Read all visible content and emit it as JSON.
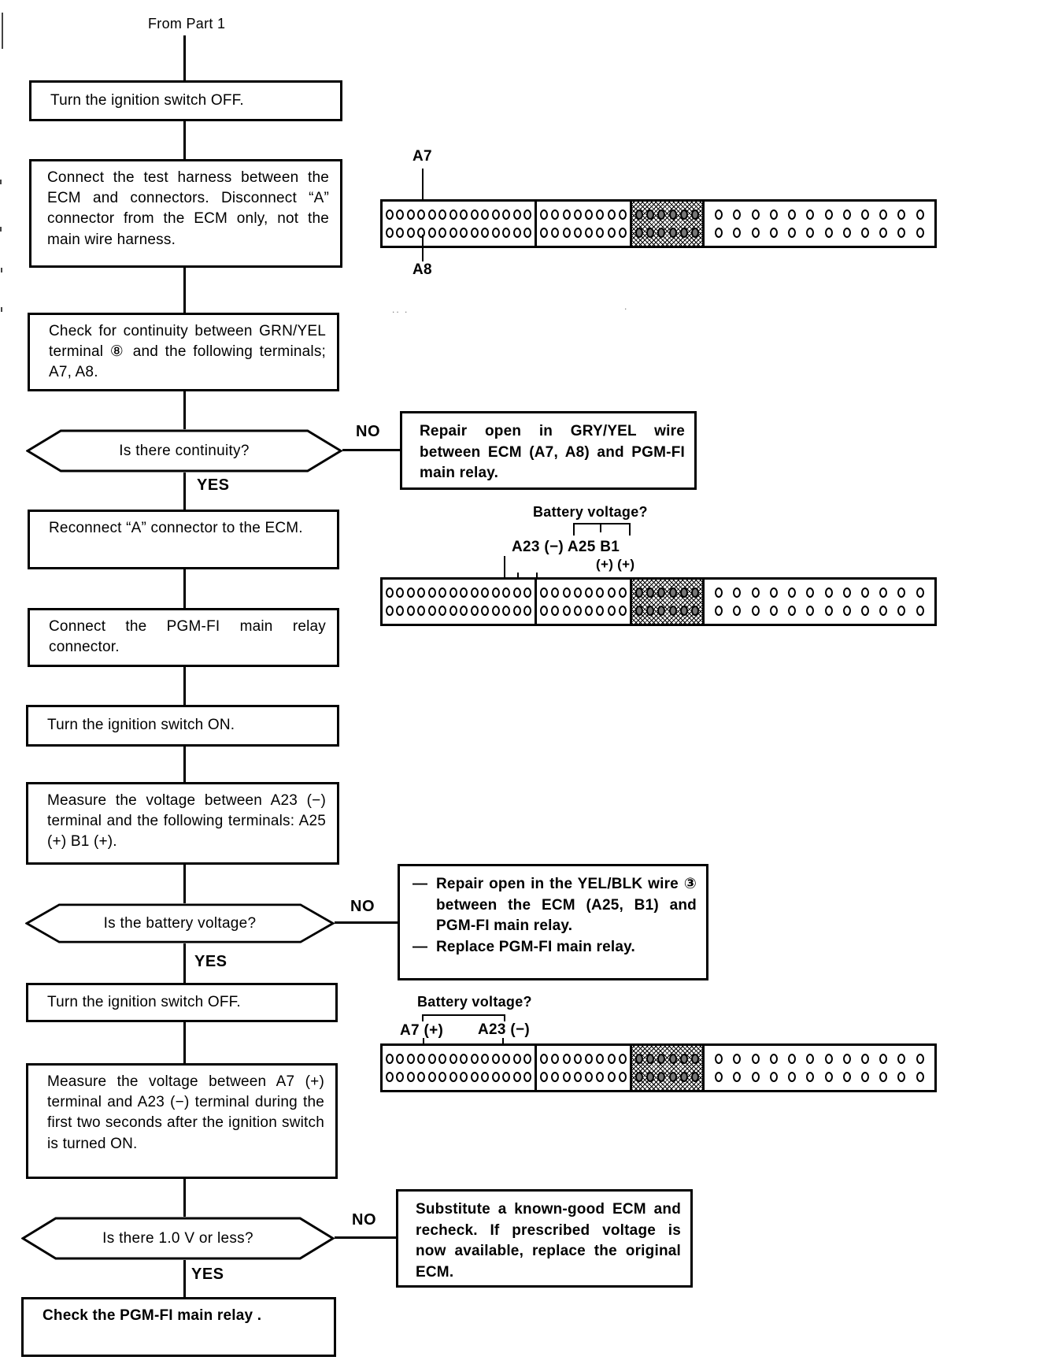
{
  "labels": {
    "from": "From Part 1",
    "yes": "YES",
    "no": "NO",
    "dash": "—"
  },
  "process_boxes": {
    "turn_off_1": "Turn the ignition switch OFF.",
    "connect_harness": "Connect the test harness between the ECM and connectors. Disconnect “A” connector from the ECM only, not the main wire harness.",
    "check_continuity": "Check for continuity between GRN/YEL terminal ⑧ and the following terminals; A7, A8.",
    "reconnect_a": "Reconnect “A” connector to the ECM.",
    "connect_relay": "Connect the PGM-FI main relay connector.",
    "turn_on": "Turn the ignition switch ON.",
    "measure_a23": "Measure the voltage between A23 (−) terminal and the following terminals: A25 (+) B1 (+).",
    "turn_off_2": "Turn the ignition switch OFF.",
    "measure_a7": "Measure the voltage between A7 (+) terminal and A23 (−) terminal during the first two seconds after the ignition switch is turned ON.",
    "check_relay": "Check the PGM-FI main relay ."
  },
  "decisions": {
    "continuity": "Is there continuity?",
    "battery": "Is the battery voltage?",
    "one_volt": "Is there 1.0 V or less?"
  },
  "repair_boxes": {
    "gry_yel": "Repair open in GRY/YEL wire between ECM (A7, A8) and PGM-FI main relay.",
    "yel_blk": {
      "item1": "Repair open in the YEL/BLK wire ③ between the ECM (A25, B1) and PGM-FI main relay.",
      "item2": "Replace PGM-FI main relay."
    },
    "substitute_ecm": "Substitute a known-good ECM and recheck. If prescribed voltage is now available, replace the original ECM."
  },
  "connectors": {
    "c1": {
      "top_label": "A7",
      "bottom_label": "A8"
    },
    "c2": {
      "title": "Battery voltage?",
      "row1": "A23 (−) A25 B1",
      "row2": "(+) (+)"
    },
    "c3": {
      "title": "Battery voltage?",
      "left_label": "A7 (+)",
      "right_label": "A23 (−)"
    },
    "segments": [
      {
        "circles": 14,
        "hatched": false
      },
      {
        "circles": 8,
        "hatched": false
      },
      {
        "circles": 6,
        "hatched": true
      },
      {
        "circles": 12,
        "hatched": false
      }
    ]
  },
  "artifacts": {
    "noise_1": ".. .",
    "noise_2": "."
  },
  "ink_color": "#000000"
}
